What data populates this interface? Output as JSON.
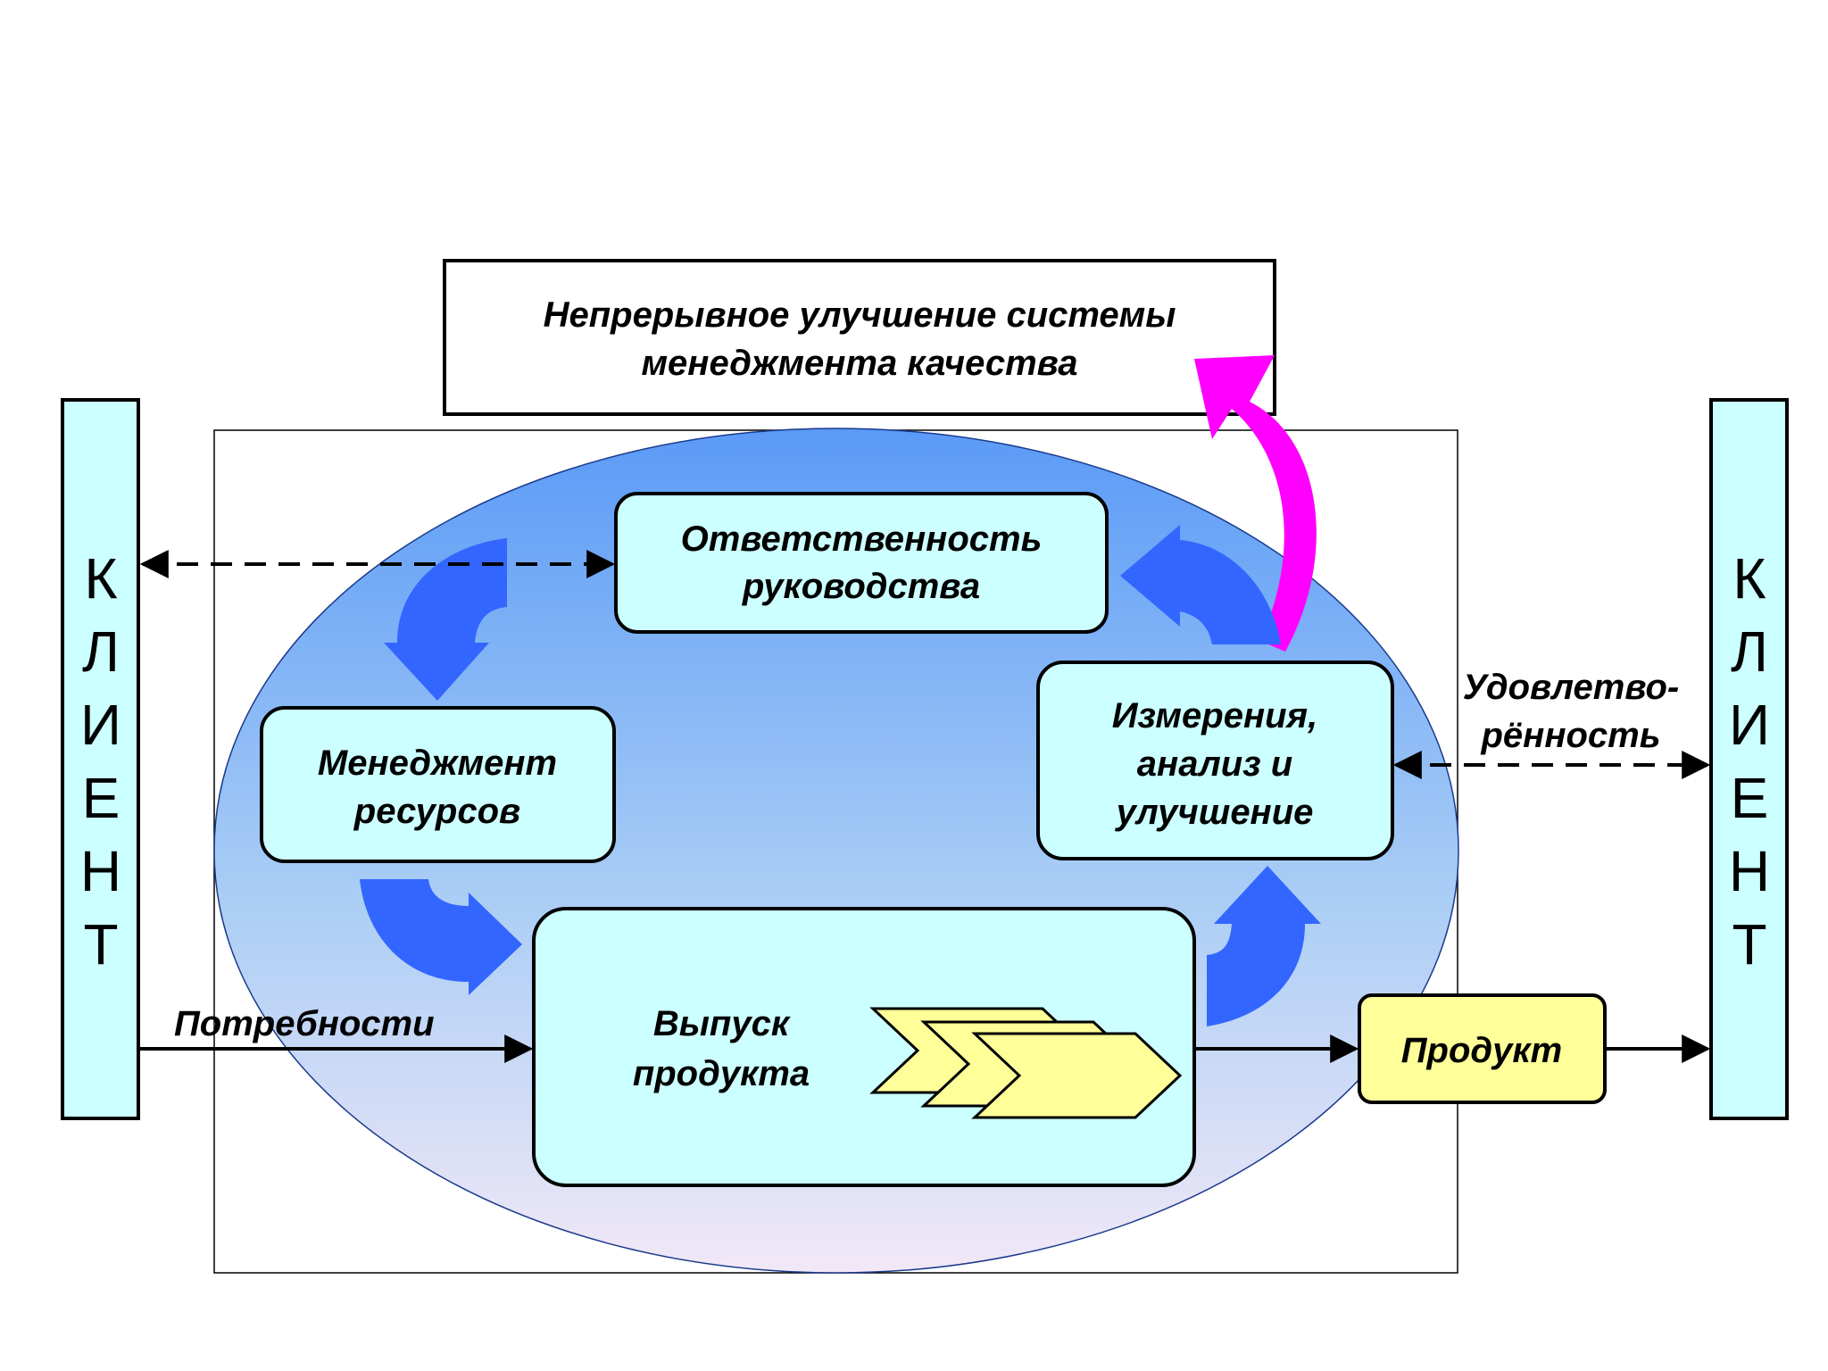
{
  "diagram": {
    "top_box": [
      "Непрерывное улучшение системы",
      "менеджмента качества"
    ],
    "responsibility": [
      "Ответственность",
      "руководства"
    ],
    "resources": [
      "Менеджмент",
      "ресурсов"
    ],
    "measurement": [
      "Измерения,",
      "анализ и",
      "улучшение"
    ],
    "production": [
      "Выпуск",
      "продукта"
    ],
    "product": "Продукт",
    "needs": "Потребности",
    "satisfaction": [
      "Удовлетво-",
      "рённость"
    ],
    "client_left": [
      "К",
      "Л",
      "И",
      "Е",
      "Н",
      "Т"
    ],
    "client_right": [
      "К",
      "Л",
      "И",
      "Е",
      "Н",
      "Т"
    ]
  },
  "colors": {
    "box_fill": "#ccffff",
    "client_fill": "#ccffff",
    "product_fill": "#ffff99",
    "chevron_fill": "#ffff99",
    "cycle_arrow": "#3366ff",
    "improvement_arrow": "#ff00ff",
    "ellipse_top": "#5a9af7",
    "ellipse_bottom": "#f2e8f7"
  }
}
